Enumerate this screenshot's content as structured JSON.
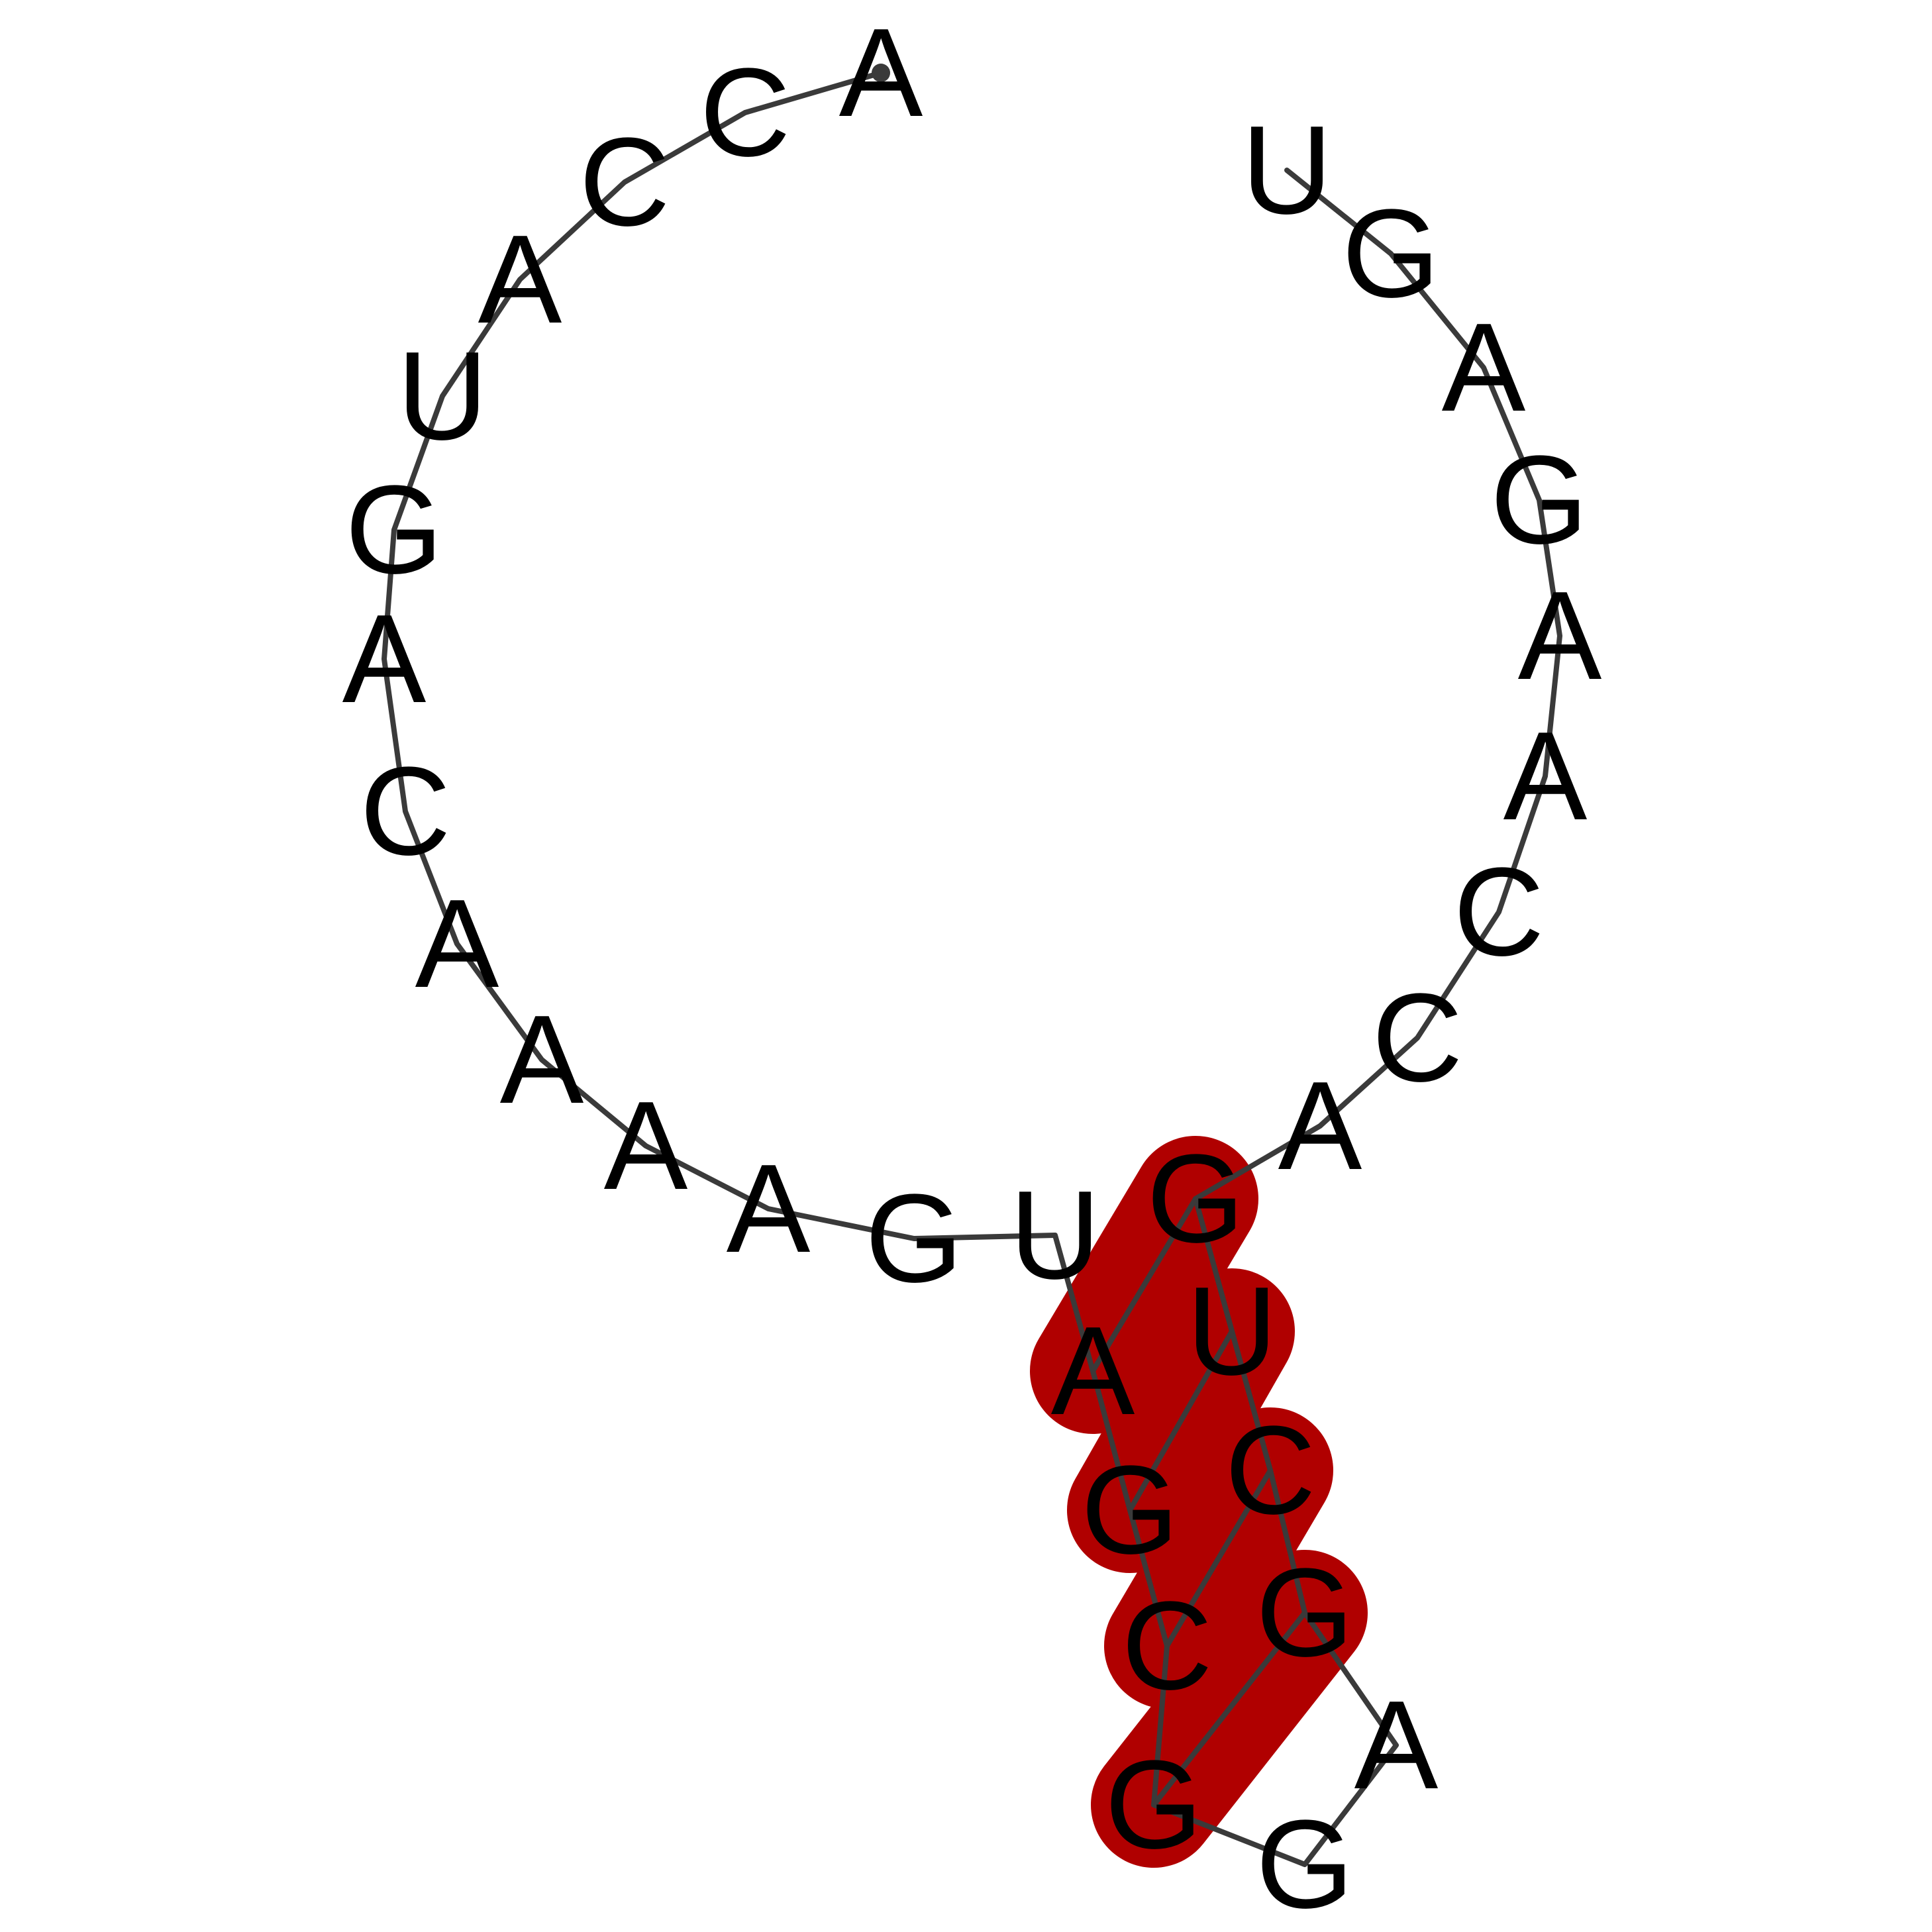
{
  "colors": {
    "pair_highlight": "#b00000",
    "backbone": "#3a3a3a",
    "pair_line": "#3a3a3a",
    "letter": "#000000"
  },
  "sequence": {
    "nucleotides": [
      "A",
      "C",
      "C",
      "A",
      "U",
      "G",
      "A",
      "C",
      "A",
      "A",
      "A",
      "A",
      "G",
      "U",
      "A",
      "G",
      "C",
      "G",
      "G",
      "A",
      "G",
      "C",
      "U",
      "G",
      "A",
      "C",
      "C",
      "A",
      "A",
      "G",
      "A",
      "G",
      "U"
    ],
    "five_prime_marker": "filled-circle",
    "base_pairs": [
      [
        14,
        23
      ],
      [
        15,
        22
      ],
      [
        16,
        21
      ],
      [
        17,
        20
      ]
    ]
  }
}
